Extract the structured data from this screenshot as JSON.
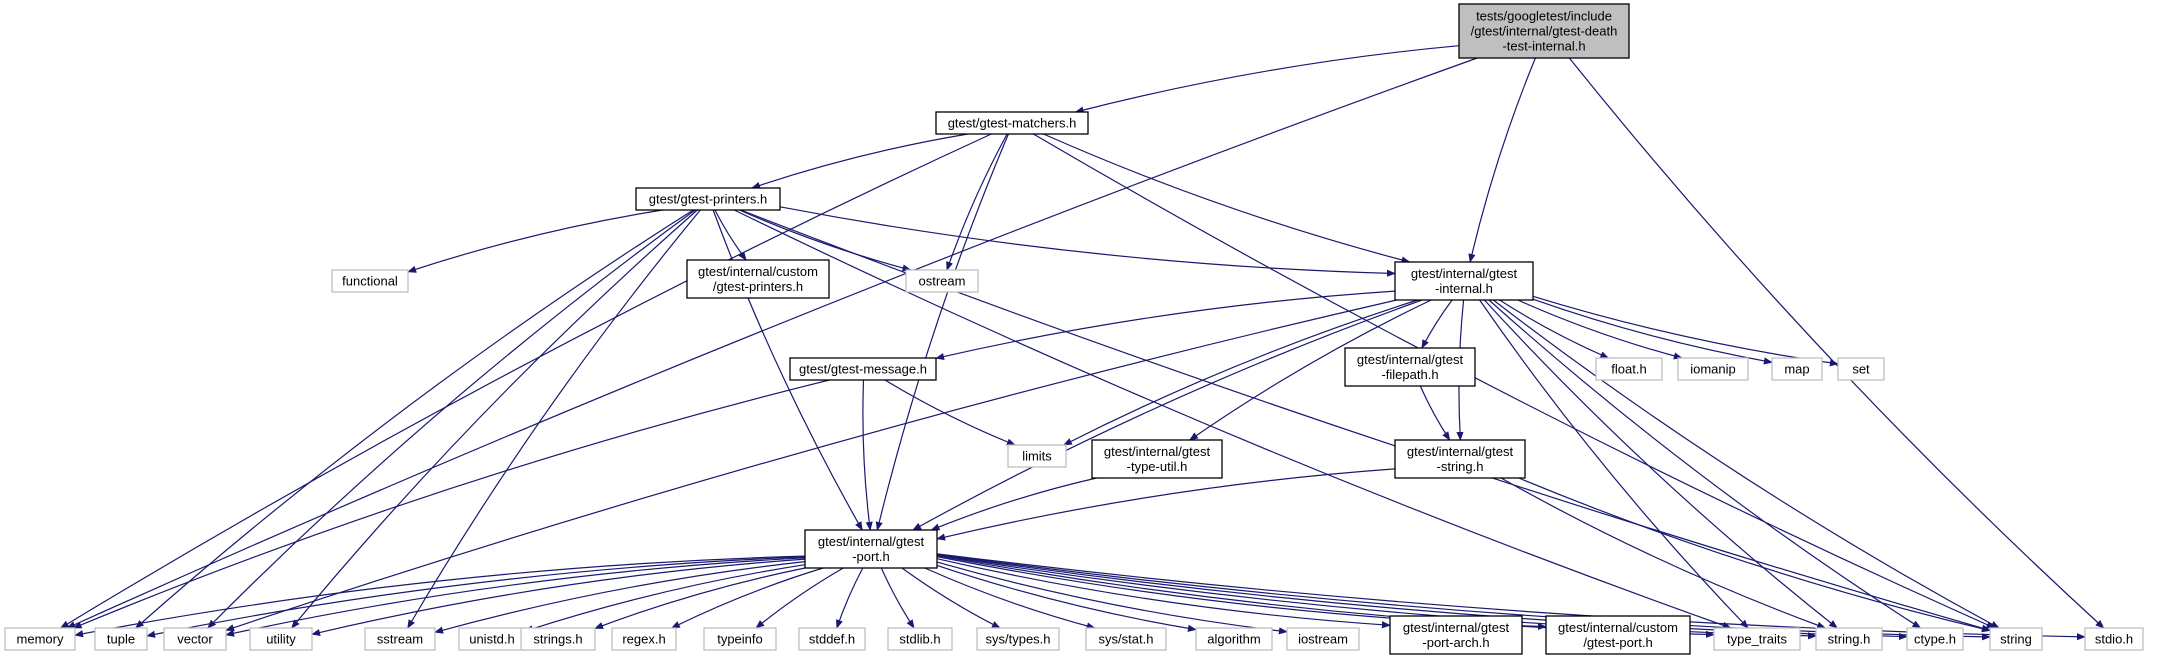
{
  "colors": {
    "edge": "#191970",
    "node_border": "#000000",
    "external_border": "#bfbfbf",
    "root_fill": "#bfbfbf",
    "node_fill": "#ffffff",
    "text": "#000000"
  },
  "nodes": [
    {
      "id": "root",
      "lines": [
        "tests/googletest/include",
        "/gtest/internal/gtest-death",
        "-test-internal.h"
      ],
      "kind": "root"
    },
    {
      "id": "matchers",
      "lines": [
        "gtest/gtest-matchers.h"
      ],
      "kind": "internal"
    },
    {
      "id": "printers",
      "lines": [
        "gtest/gtest-printers.h"
      ],
      "kind": "internal"
    },
    {
      "id": "internal",
      "lines": [
        "gtest/internal/gtest",
        "-internal.h"
      ],
      "kind": "internal"
    },
    {
      "id": "custom_printers",
      "lines": [
        "gtest/internal/custom",
        "/gtest-printers.h"
      ],
      "kind": "internal"
    },
    {
      "id": "message",
      "lines": [
        "gtest/gtest-message.h"
      ],
      "kind": "internal"
    },
    {
      "id": "filepath",
      "lines": [
        "gtest/internal/gtest",
        "-filepath.h"
      ],
      "kind": "internal"
    },
    {
      "id": "type_util",
      "lines": [
        "gtest/internal/gtest",
        "-type-util.h"
      ],
      "kind": "internal"
    },
    {
      "id": "string_h_gt",
      "lines": [
        "gtest/internal/gtest",
        "-string.h"
      ],
      "kind": "internal"
    },
    {
      "id": "port",
      "lines": [
        "gtest/internal/gtest",
        "-port.h"
      ],
      "kind": "internal"
    },
    {
      "id": "port_arch",
      "lines": [
        "gtest/internal/gtest",
        "-port-arch.h"
      ],
      "kind": "internal"
    },
    {
      "id": "custom_port",
      "lines": [
        "gtest/internal/custom",
        "/gtest-port.h"
      ],
      "kind": "internal"
    },
    {
      "id": "functional",
      "lines": [
        "functional"
      ],
      "kind": "external"
    },
    {
      "id": "ostream",
      "lines": [
        "ostream"
      ],
      "kind": "external"
    },
    {
      "id": "limits",
      "lines": [
        "limits"
      ],
      "kind": "external"
    },
    {
      "id": "float_h",
      "lines": [
        "float.h"
      ],
      "kind": "external"
    },
    {
      "id": "iomanip",
      "lines": [
        "iomanip"
      ],
      "kind": "external"
    },
    {
      "id": "map",
      "lines": [
        "map"
      ],
      "kind": "external"
    },
    {
      "id": "set",
      "lines": [
        "set"
      ],
      "kind": "external"
    },
    {
      "id": "memory",
      "lines": [
        "memory"
      ],
      "kind": "external"
    },
    {
      "id": "tuple",
      "lines": [
        "tuple"
      ],
      "kind": "external"
    },
    {
      "id": "vector",
      "lines": [
        "vector"
      ],
      "kind": "external"
    },
    {
      "id": "utility",
      "lines": [
        "utility"
      ],
      "kind": "external"
    },
    {
      "id": "sstream",
      "lines": [
        "sstream"
      ],
      "kind": "external"
    },
    {
      "id": "unistd",
      "lines": [
        "unistd.h"
      ],
      "kind": "external"
    },
    {
      "id": "strings_h",
      "lines": [
        "strings.h"
      ],
      "kind": "external"
    },
    {
      "id": "regex",
      "lines": [
        "regex.h"
      ],
      "kind": "external"
    },
    {
      "id": "typeinfo",
      "lines": [
        "typeinfo"
      ],
      "kind": "external"
    },
    {
      "id": "stddef",
      "lines": [
        "stddef.h"
      ],
      "kind": "external"
    },
    {
      "id": "stdlib",
      "lines": [
        "stdlib.h"
      ],
      "kind": "external"
    },
    {
      "id": "systypes",
      "lines": [
        "sys/types.h"
      ],
      "kind": "external"
    },
    {
      "id": "sysstat",
      "lines": [
        "sys/stat.h"
      ],
      "kind": "external"
    },
    {
      "id": "algorithm",
      "lines": [
        "algorithm"
      ],
      "kind": "external"
    },
    {
      "id": "iostream",
      "lines": [
        "iostream"
      ],
      "kind": "external"
    },
    {
      "id": "type_traits",
      "lines": [
        "type_traits"
      ],
      "kind": "external"
    },
    {
      "id": "string_c",
      "lines": [
        "string.h"
      ],
      "kind": "external"
    },
    {
      "id": "ctype",
      "lines": [
        "ctype.h"
      ],
      "kind": "external"
    },
    {
      "id": "string",
      "lines": [
        "string"
      ],
      "kind": "external"
    },
    {
      "id": "stdio",
      "lines": [
        "stdio.h"
      ],
      "kind": "external"
    }
  ],
  "edges": [
    [
      "root",
      "matchers"
    ],
    [
      "root",
      "internal"
    ],
    [
      "root",
      "memory"
    ],
    [
      "root",
      "stdio"
    ],
    [
      "matchers",
      "printers"
    ],
    [
      "matchers",
      "internal"
    ],
    [
      "matchers",
      "ostream"
    ],
    [
      "matchers",
      "memory"
    ],
    [
      "matchers",
      "string"
    ],
    [
      "matchers",
      "port"
    ],
    [
      "printers",
      "internal"
    ],
    [
      "printers",
      "custom_printers"
    ],
    [
      "printers",
      "functional"
    ],
    [
      "printers",
      "ostream"
    ],
    [
      "printers",
      "port"
    ],
    [
      "printers",
      "tuple"
    ],
    [
      "printers",
      "vector"
    ],
    [
      "printers",
      "utility"
    ],
    [
      "printers",
      "sstream"
    ],
    [
      "printers",
      "type_traits"
    ],
    [
      "printers",
      "string"
    ],
    [
      "internal",
      "message"
    ],
    [
      "internal",
      "filepath"
    ],
    [
      "internal",
      "type_util"
    ],
    [
      "internal",
      "string_h_gt"
    ],
    [
      "internal",
      "port"
    ],
    [
      "internal",
      "limits"
    ],
    [
      "internal",
      "float_h"
    ],
    [
      "internal",
      "iomanip"
    ],
    [
      "internal",
      "map"
    ],
    [
      "internal",
      "set"
    ],
    [
      "internal",
      "vector"
    ],
    [
      "internal",
      "type_traits"
    ],
    [
      "internal",
      "string_c"
    ],
    [
      "internal",
      "ctype"
    ],
    [
      "internal",
      "string"
    ],
    [
      "message",
      "port"
    ],
    [
      "message",
      "limits"
    ],
    [
      "message",
      "memory"
    ],
    [
      "filepath",
      "string_h_gt"
    ],
    [
      "type_util",
      "port"
    ],
    [
      "string_h_gt",
      "port"
    ],
    [
      "string_h_gt",
      "string_c"
    ],
    [
      "string_h_gt",
      "string"
    ],
    [
      "port",
      "memory"
    ],
    [
      "port",
      "tuple"
    ],
    [
      "port",
      "vector"
    ],
    [
      "port",
      "utility"
    ],
    [
      "port",
      "sstream"
    ],
    [
      "port",
      "unistd"
    ],
    [
      "port",
      "strings_h"
    ],
    [
      "port",
      "regex"
    ],
    [
      "port",
      "typeinfo"
    ],
    [
      "port",
      "stddef"
    ],
    [
      "port",
      "stdlib"
    ],
    [
      "port",
      "systypes"
    ],
    [
      "port",
      "sysstat"
    ],
    [
      "port",
      "algorithm"
    ],
    [
      "port",
      "iostream"
    ],
    [
      "port",
      "port_arch"
    ],
    [
      "port",
      "custom_port"
    ],
    [
      "port",
      "type_traits"
    ],
    [
      "port",
      "string_c"
    ],
    [
      "port",
      "ctype"
    ],
    [
      "port",
      "string"
    ],
    [
      "port",
      "stdio"
    ]
  ]
}
